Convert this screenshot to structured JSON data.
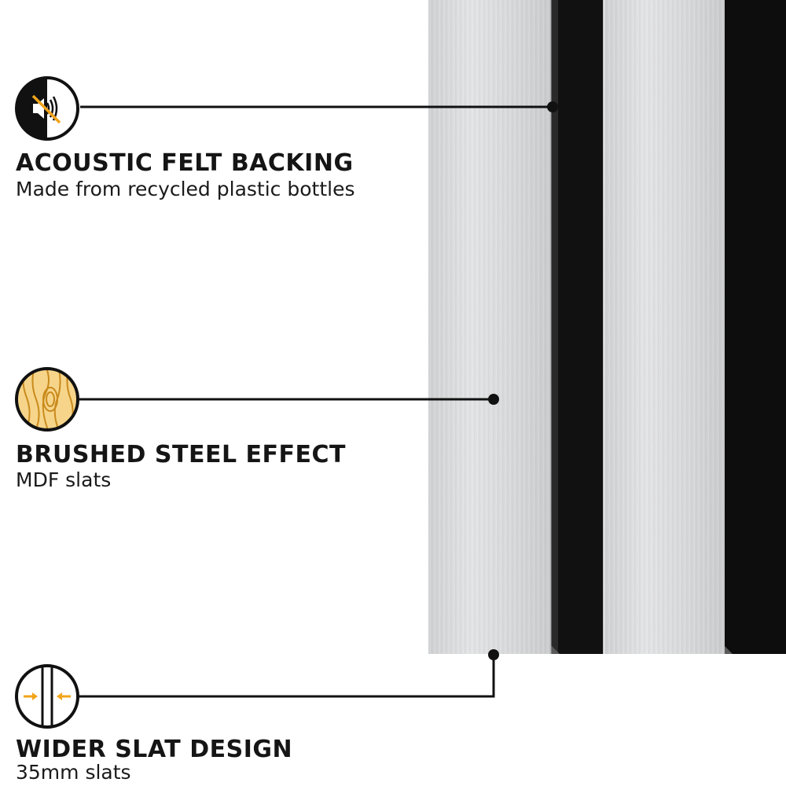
{
  "colors": {
    "steel": "#dcdcdd",
    "felt": "#111111",
    "wood": "#f6d58a",
    "accent": "#f2a51a",
    "line": "#111111"
  },
  "features": [
    {
      "title": "ACOUSTIC FELT BACKING",
      "subtitle": "Made from recycled plastic bottles",
      "icon": "muted-speaker-icon"
    },
    {
      "title": "BRUSHED STEEL EFFECT",
      "subtitle": "MDF slats",
      "icon": "wood-grain-icon"
    },
    {
      "title": "WIDER SLAT DESIGN",
      "subtitle": "35mm slats",
      "icon": "slat-width-icon"
    }
  ]
}
